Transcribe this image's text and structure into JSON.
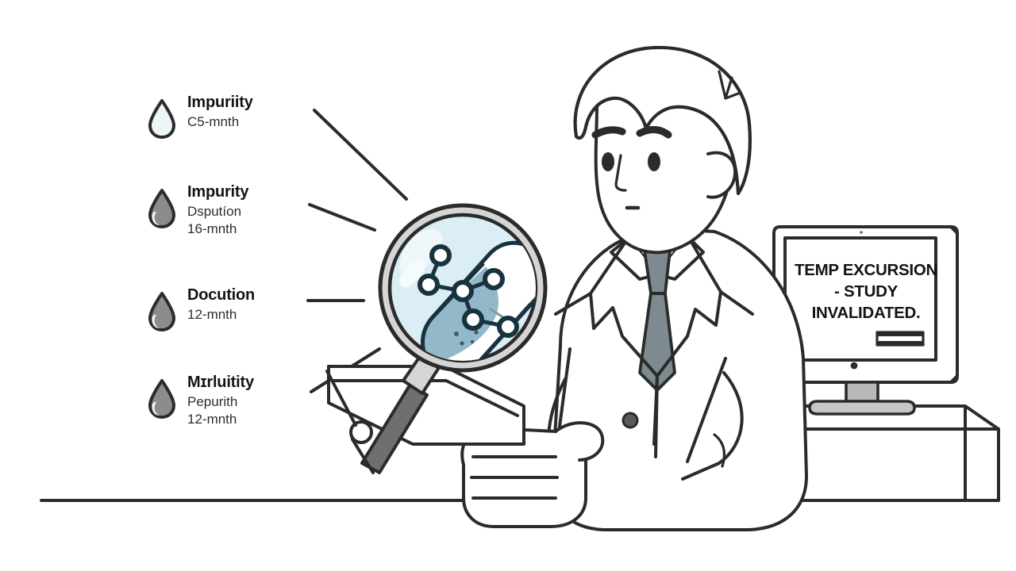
{
  "scene": {
    "title": "Pharmaceutical stability study illustration",
    "background_color": "#fffffe",
    "line_color": "#2b2b2b"
  },
  "legend": {
    "items": [
      {
        "icon": "water-drop-icon",
        "fill": "#eef5f7",
        "title": "Impuriity",
        "sub_lines": [
          "C5-mnth"
        ]
      },
      {
        "icon": "water-drop-icon",
        "fill": "#8c8c8c",
        "title": "Impurity",
        "sub_lines": [
          "Dsputíon",
          "16-mnth"
        ]
      },
      {
        "icon": "water-drop-icon",
        "fill": "#8c8c8c",
        "title": "Docution",
        "sub_lines": [
          "12-mnth"
        ]
      },
      {
        "icon": "water-drop-icon",
        "fill": "#8c8c8c",
        "title": "Mɪrluitity",
        "sub_lines": [
          "Pepurith",
          "12-mnth"
        ]
      }
    ]
  },
  "monitor": {
    "screen_lines": [
      "TEMP EXCURSION",
      "- STUDY",
      "INVALIDATED."
    ],
    "screen_text": "TEMP EXCURSION - STUDY INVALIDATED."
  },
  "magnifier": {
    "lens_fill": "#dceef5",
    "rim_fill": "#d5d5d5",
    "capsule_top_fill": "#ffffff",
    "capsule_bottom_fill": "#93b8c9"
  },
  "scientist": {
    "coat_fill": "#ffffff",
    "tie_fill": "#7d8a8f",
    "button_fill": "#5a5a5a"
  },
  "desk": {
    "fill": "#ffffff",
    "stand_fill": "#b9b9b9",
    "base_fill": "#c6c6c6"
  }
}
